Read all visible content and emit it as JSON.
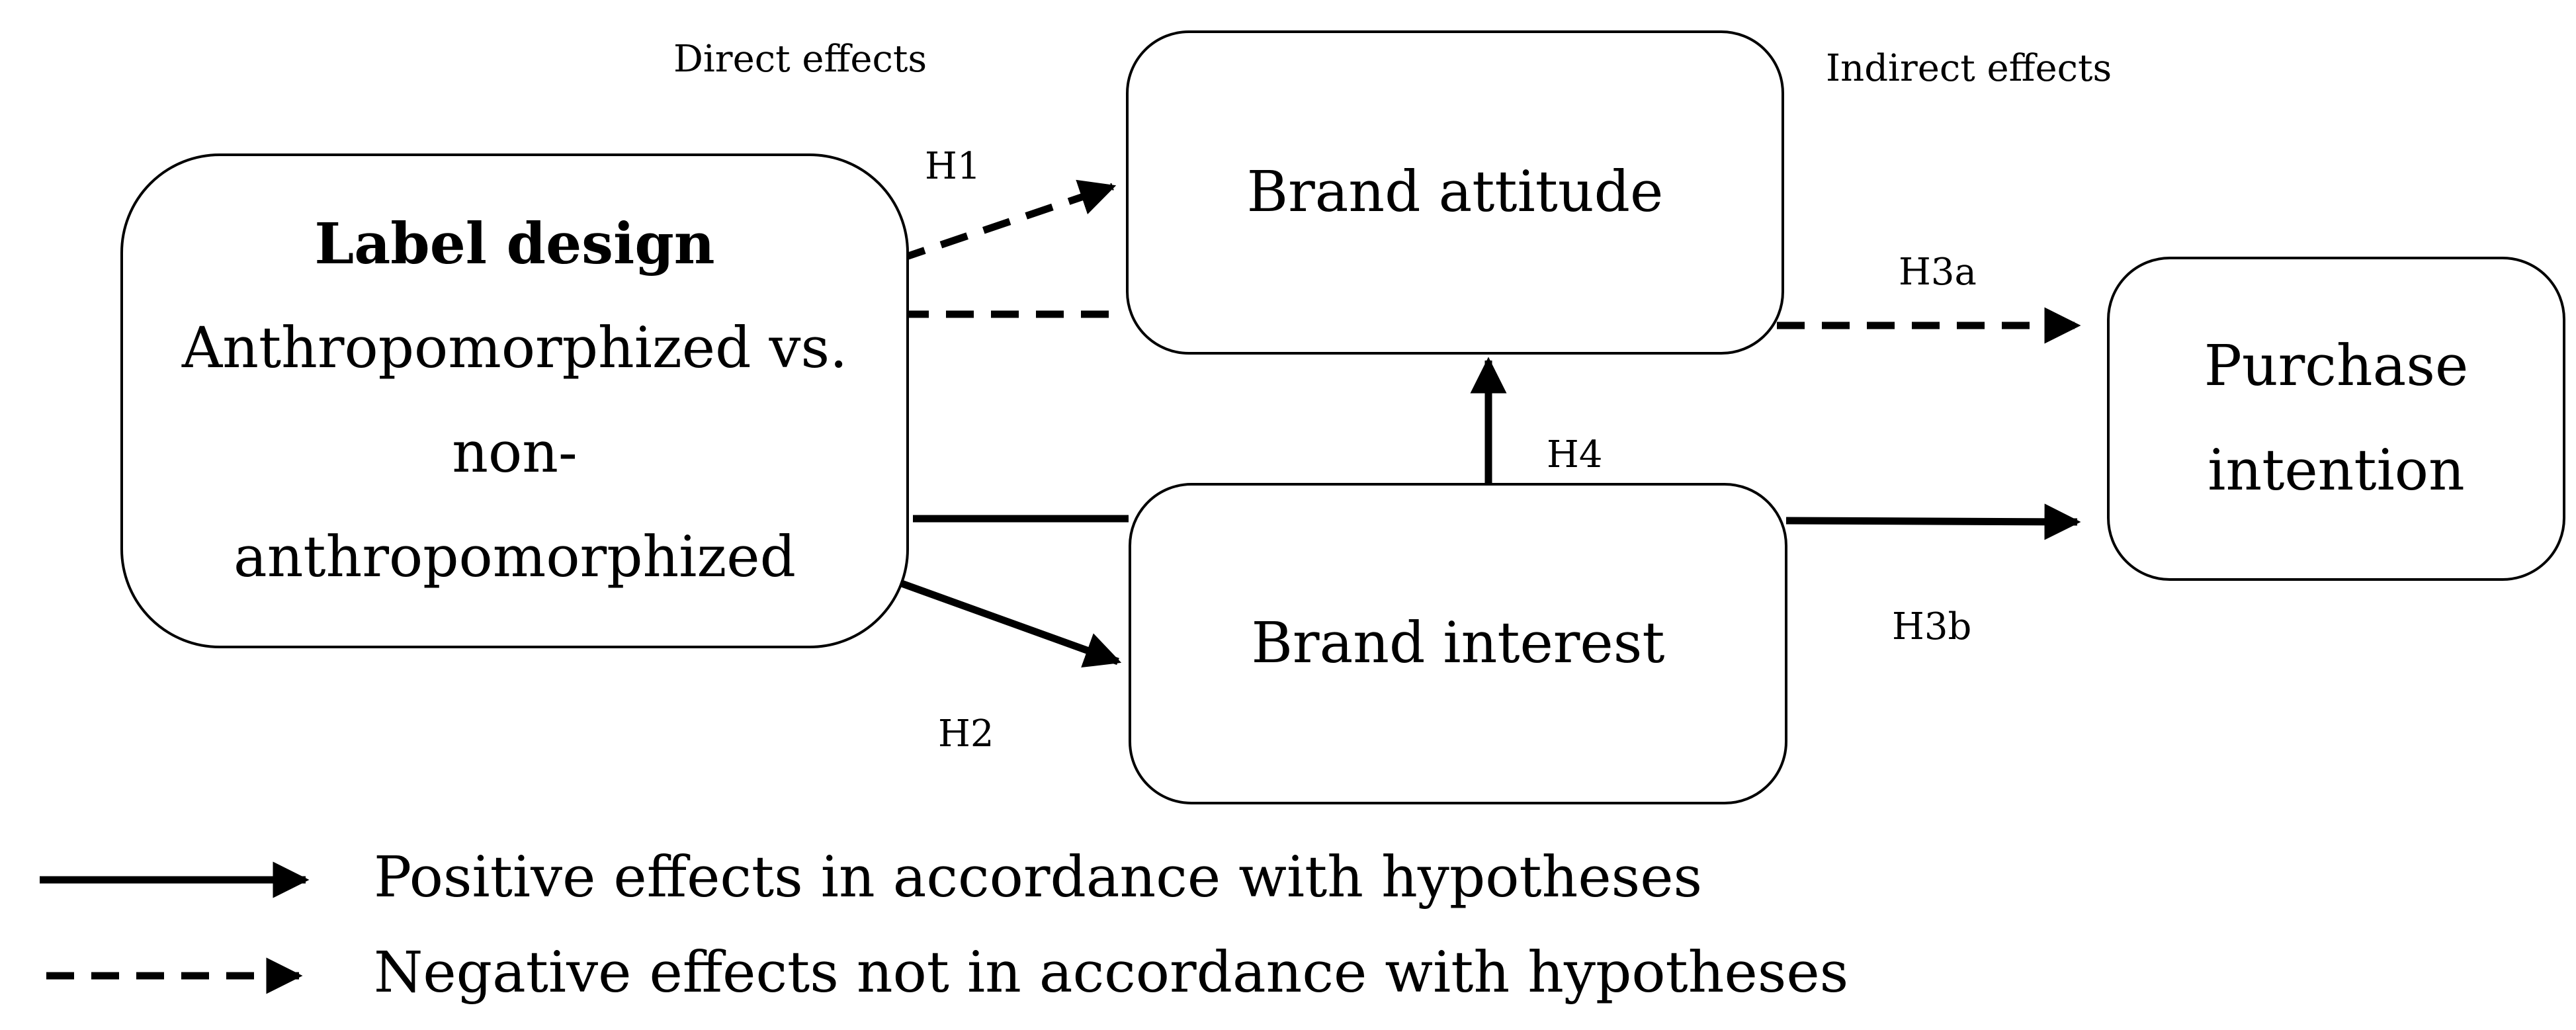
{
  "header": {
    "direct_effects": "Direct effects",
    "indirect_effects": "Indirect effects"
  },
  "nodes": {
    "label_design": {
      "title": "Label design",
      "lines": [
        "Anthropomorphized vs.",
        "non-",
        "anthropomorphized"
      ]
    },
    "brand_attitude": {
      "label": "Brand attitude"
    },
    "brand_interest": {
      "label": "Brand interest"
    },
    "purchase_intention": {
      "lines": [
        "Purchase",
        "intention"
      ]
    }
  },
  "paths": {
    "h1": "H1",
    "h2": "H2",
    "h3a": "H3a",
    "h3b": "H3b",
    "h4": "H4"
  },
  "legend": {
    "positive": "Positive effects in accordance with hypotheses",
    "negative": "Negative effects not in accordance with hypotheses"
  },
  "colors": {
    "stroke": "#000000",
    "background": "#ffffff"
  }
}
